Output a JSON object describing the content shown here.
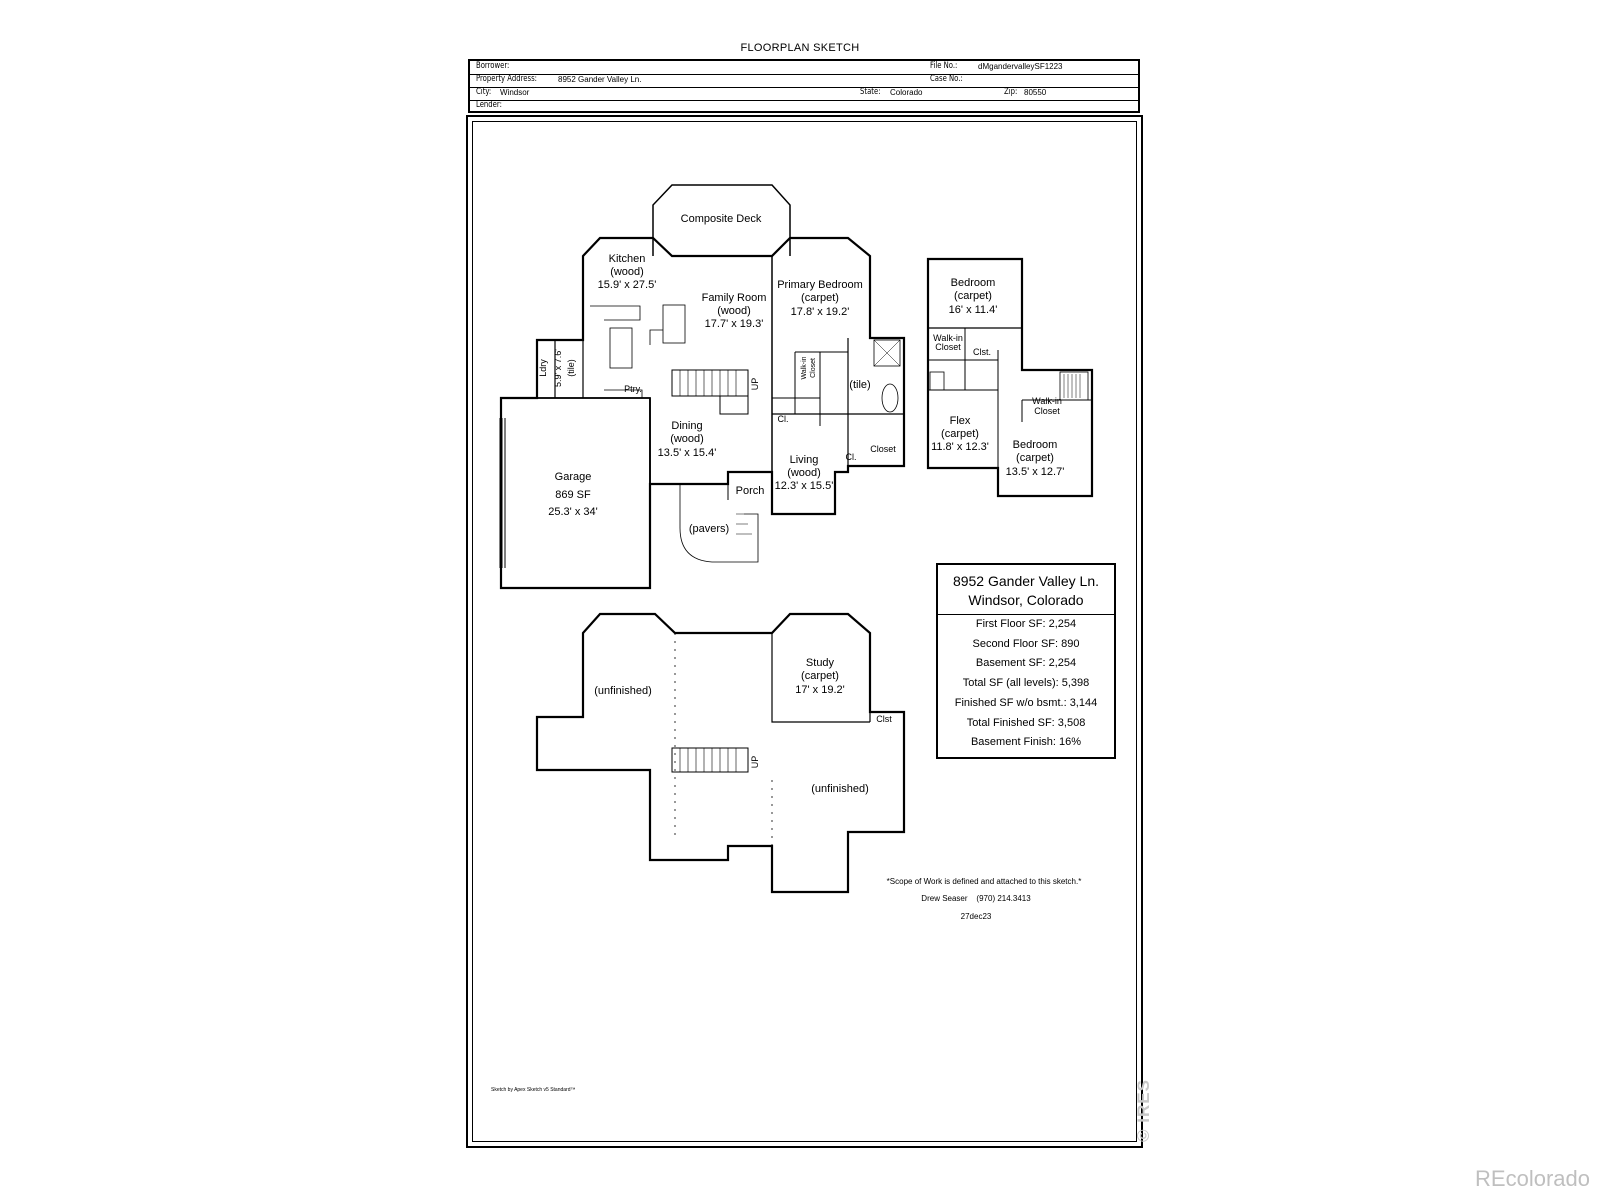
{
  "title": "FLOORPLAN SKETCH",
  "header": {
    "borrower_label": "Borrower:",
    "file_label": "File No.:",
    "file_value": "dMgandervalleySF1223",
    "address_label": "Property Address:",
    "address_value": "8952 Gander Valley Ln.",
    "case_label": "Case No.:",
    "city_label": "City:",
    "city_value": "Windsor",
    "state_label": "State:",
    "state_value": "Colorado",
    "zip_label": "Zip:",
    "zip_value": "80550",
    "lender_label": "Lender:"
  },
  "rooms": {
    "deck": "Composite Deck",
    "kitchen_name": "Kitchen",
    "kitchen_finish": "(wood)",
    "kitchen_dims": "15.9' x 27.5'",
    "family_name": "Family Room",
    "family_finish": "(wood)",
    "family_dims": "17.7' x 19.3'",
    "primary_name": "Primary Bedroom",
    "primary_finish": "(carpet)",
    "primary_dims": "17.8' x 19.2'",
    "ldry": "Ldry",
    "ldry_dims": "5.9' x 7.6'",
    "ldry_finish": "(tile)",
    "ptry": "Ptry.",
    "up1": "UP",
    "walkin1": "Walk-in",
    "walkin1b": "Closet",
    "tile": "(tile)",
    "cl_a": "Cl.",
    "cl_b": "Cl.",
    "closet": "Closet",
    "dining_name": "Dining",
    "dining_finish": "(wood)",
    "dining_dims": "13.5' x 15.4'",
    "living_name": "Living",
    "living_finish": "(wood)",
    "living_dims": "12.3' x 15.5'",
    "porch": "Porch",
    "pavers": "(pavers)",
    "garage_name": "Garage",
    "garage_sf": "869 SF",
    "garage_dims": "25.3' x 34'",
    "bed2_name": "Bedroom",
    "bed2_finish": "(carpet)",
    "bed2_dims": "16' x 11.4'",
    "walkin2": "Walk-in",
    "walkin2b": "Closet",
    "clst2": "Clst.",
    "walkin3": "Walk-in",
    "walkin3b": "Closet",
    "flex_name": "Flex",
    "flex_finish": "(carpet)",
    "flex_dims": "11.8' x 12.3'",
    "bed3_name": "Bedroom",
    "bed3_finish": "(carpet)",
    "bed3_dims": "13.5' x 12.7'",
    "unfinished_a": "(unfinished)",
    "study_name": "Study",
    "study_finish": "(carpet)",
    "study_dims": "17' x 19.2'",
    "clst_b": "Clst",
    "up2": "UP",
    "unfinished_b": "(unfinished)"
  },
  "summary": {
    "line1": "8952 Gander Valley Ln.",
    "line2": "Windsor, Colorado",
    "first_floor": "First Floor SF: 2,254",
    "second_floor": "Second Floor SF: 890",
    "basement": "Basement SF: 2,254",
    "total": "Total SF (all levels): 5,398",
    "finished_wo": "Finished SF w/o bsmt.: 3,144",
    "total_finished": "Total Finished SF: 3,508",
    "basement_finish": "Basement Finish: 16%"
  },
  "notes": {
    "scope": "*Scope of Work is defined and attached to this sketch.*",
    "contact": "Drew Seaser    (970) 214.3413",
    "date": "27dec23",
    "credit": "Sketch by Apex Sketch v5 Standard™"
  },
  "watermark": "REcolorado",
  "ires": "© IRES"
}
